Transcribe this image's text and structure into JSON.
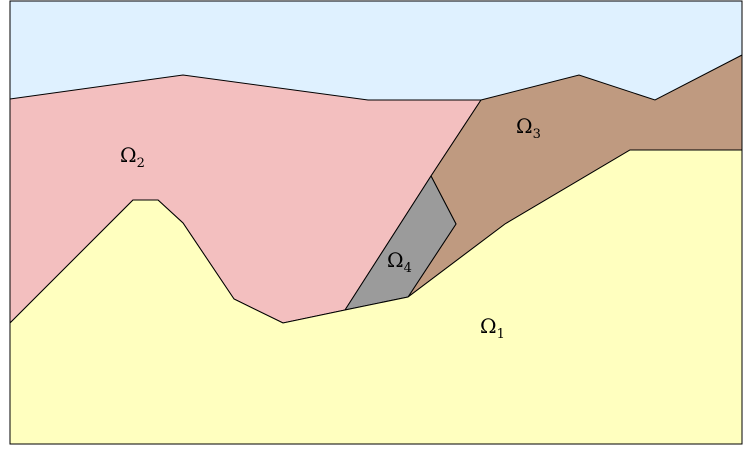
{
  "regions": {
    "omega1": {
      "symbol": "Ω",
      "index": "1",
      "fill": "#ffffbf"
    },
    "omega2": {
      "symbol": "Ω",
      "index": "2",
      "fill": "#f3bfbf"
    },
    "omega3": {
      "symbol": "Ω",
      "index": "3",
      "fill": "#bf9a80"
    },
    "omega4": {
      "symbol": "Ω",
      "index": "4",
      "fill": "#9b9b9b"
    },
    "sky": {
      "fill": "#dff1ff"
    }
  }
}
